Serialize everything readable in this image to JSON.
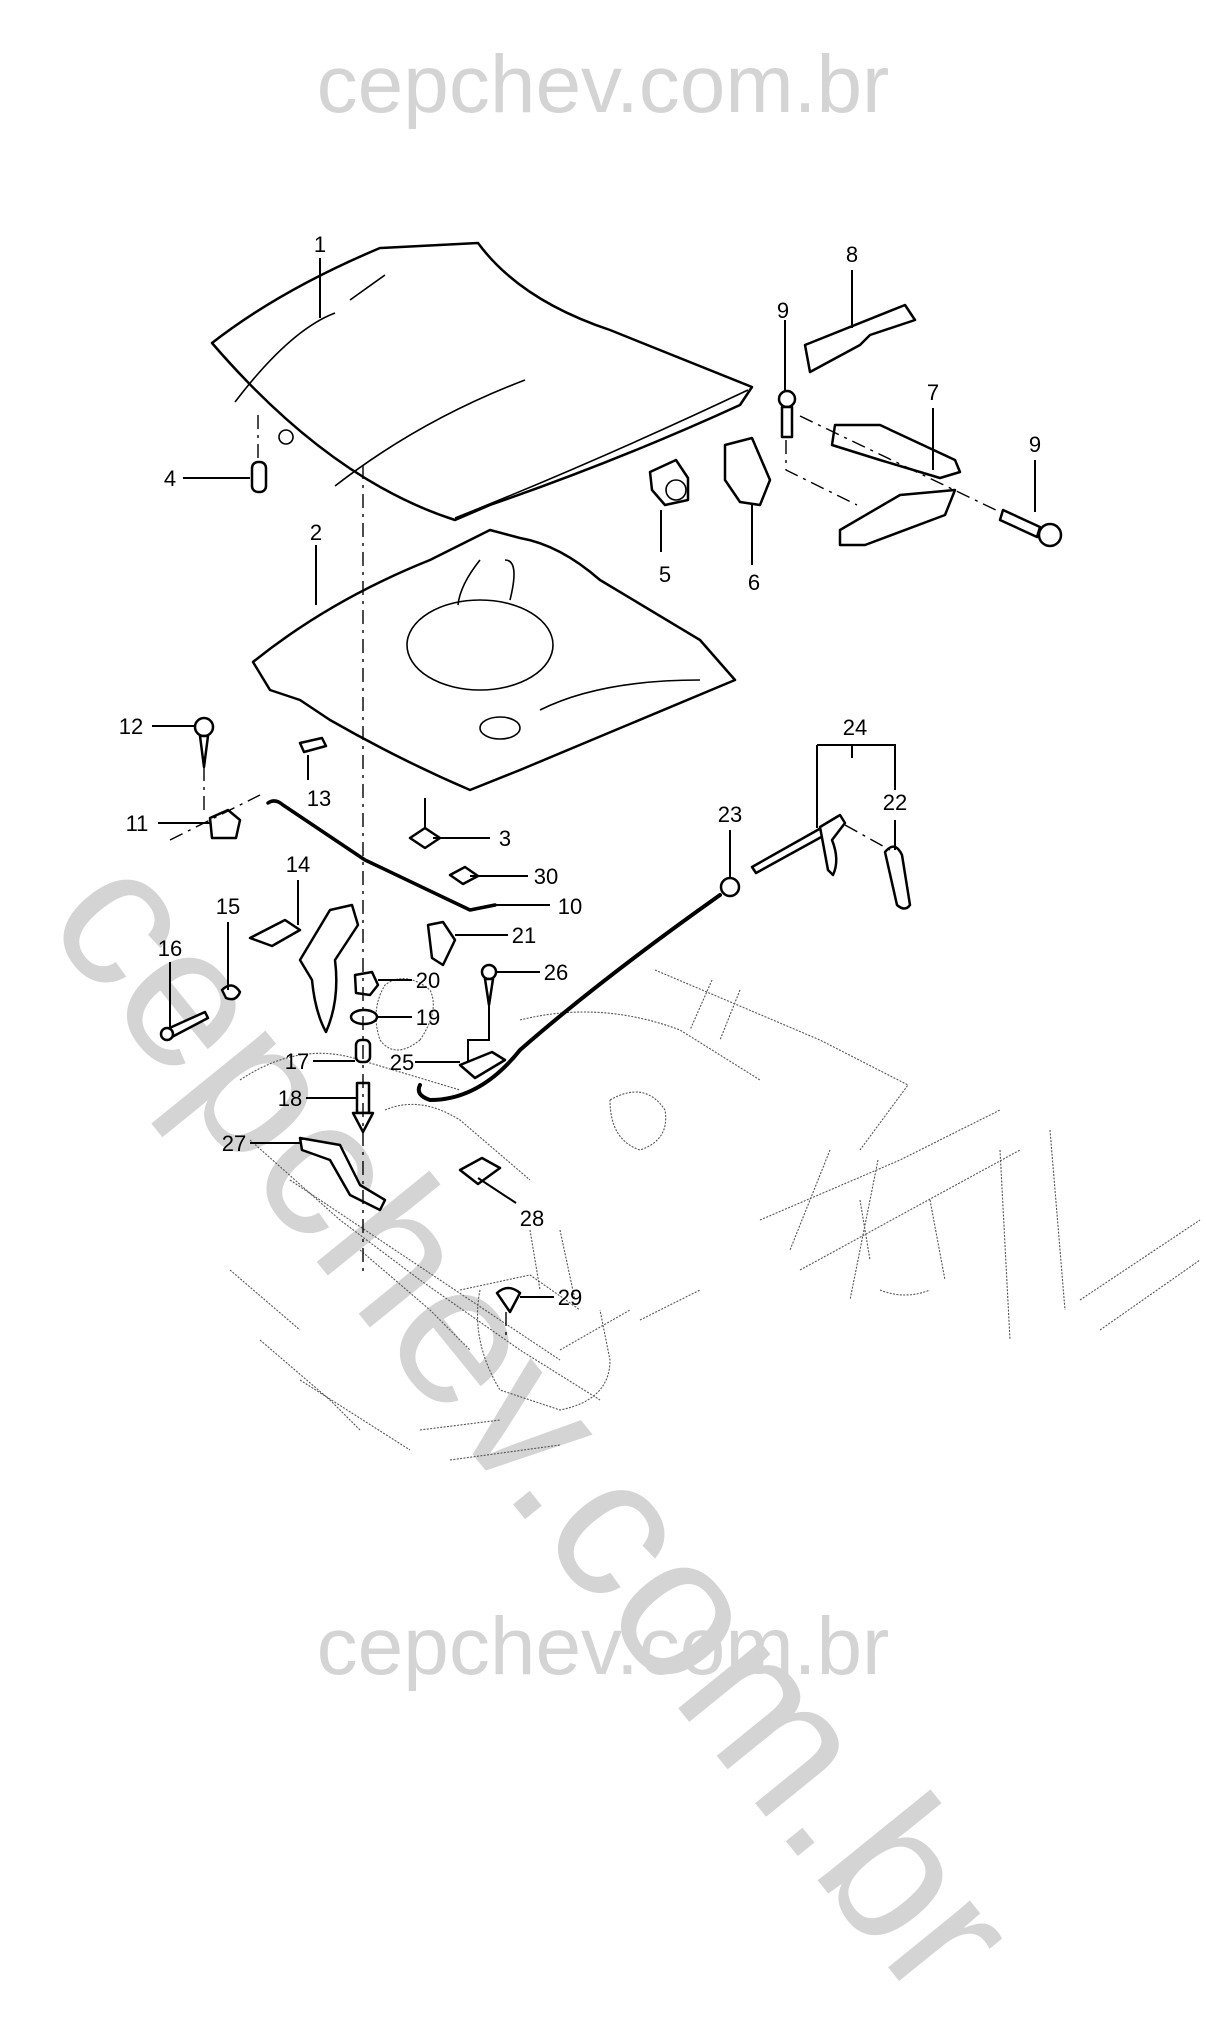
{
  "watermark": {
    "top": "cepchev.com.br",
    "diagonal": "cepchev.com.br",
    "bottom": "cepchev.com.br",
    "color": "#d4d4d4"
  },
  "diagram": {
    "subject": "Hood, hood insulator, hinges and hood release/latch assembly (exploded view)",
    "line_color": "#000000",
    "callouts": [
      {
        "id": "1",
        "label": "1"
      },
      {
        "id": "2",
        "label": "2"
      },
      {
        "id": "3",
        "label": "3"
      },
      {
        "id": "4",
        "label": "4"
      },
      {
        "id": "5",
        "label": "5"
      },
      {
        "id": "6",
        "label": "6"
      },
      {
        "id": "7",
        "label": "7"
      },
      {
        "id": "8",
        "label": "8"
      },
      {
        "id": "9a",
        "label": "9"
      },
      {
        "id": "9b",
        "label": "9"
      },
      {
        "id": "10",
        "label": "10"
      },
      {
        "id": "11",
        "label": "11"
      },
      {
        "id": "12",
        "label": "12"
      },
      {
        "id": "13",
        "label": "13"
      },
      {
        "id": "14",
        "label": "14"
      },
      {
        "id": "15",
        "label": "15"
      },
      {
        "id": "16",
        "label": "16"
      },
      {
        "id": "17",
        "label": "17"
      },
      {
        "id": "18",
        "label": "18"
      },
      {
        "id": "19",
        "label": "19"
      },
      {
        "id": "20",
        "label": "20"
      },
      {
        "id": "21",
        "label": "21"
      },
      {
        "id": "22",
        "label": "22"
      },
      {
        "id": "23",
        "label": "23"
      },
      {
        "id": "24",
        "label": "24"
      },
      {
        "id": "25",
        "label": "25"
      },
      {
        "id": "26",
        "label": "26"
      },
      {
        "id": "27",
        "label": "27"
      },
      {
        "id": "28",
        "label": "28"
      },
      {
        "id": "29",
        "label": "29"
      },
      {
        "id": "30",
        "label": "30"
      }
    ]
  }
}
